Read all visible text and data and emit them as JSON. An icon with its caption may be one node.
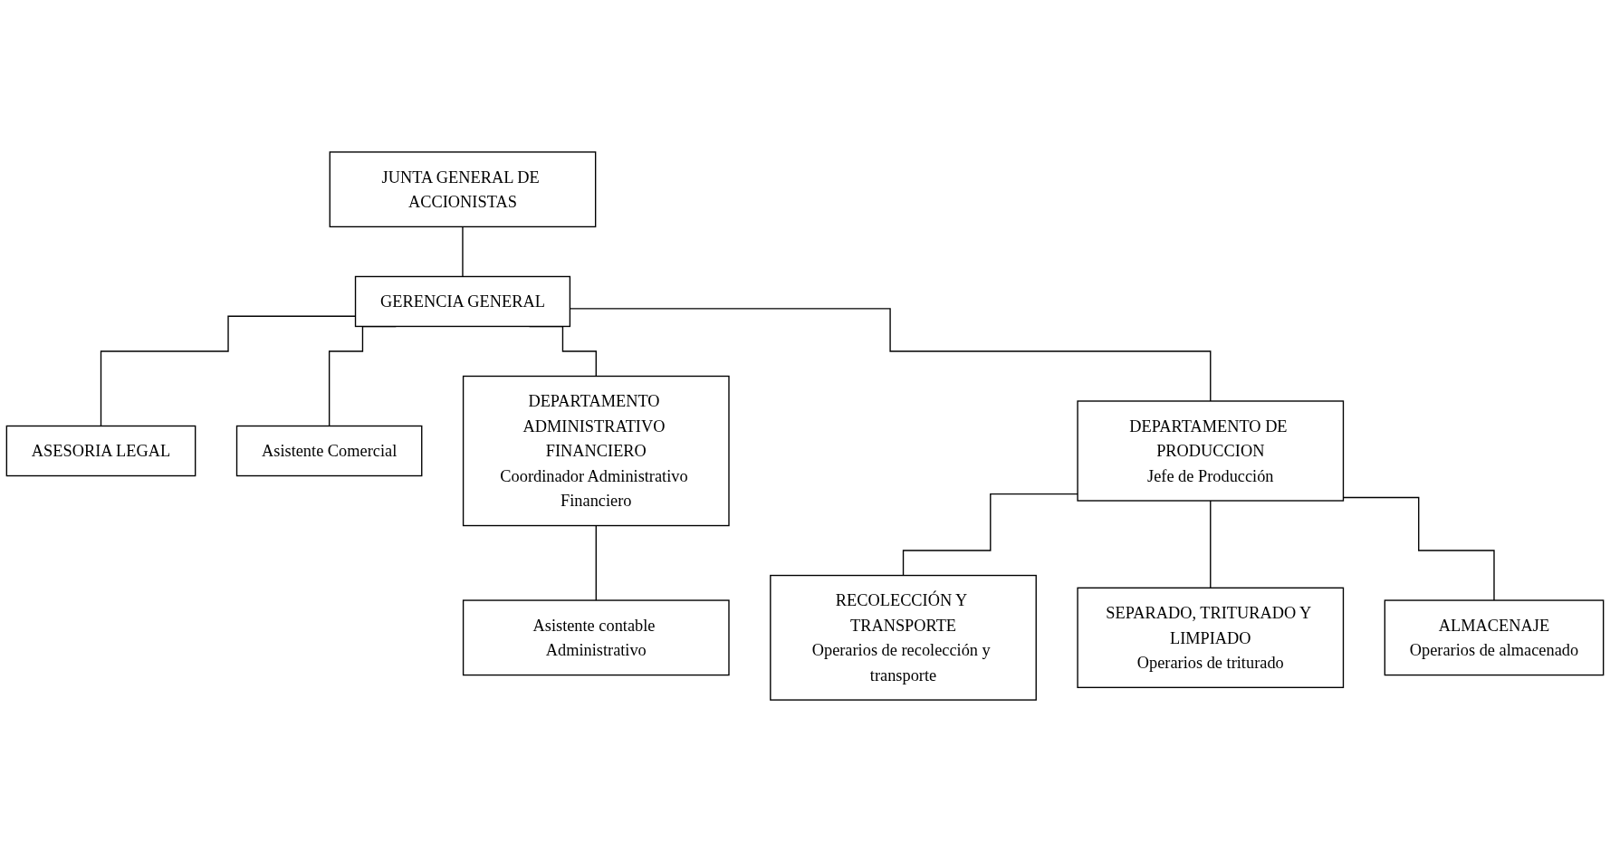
{
  "diagram": {
    "nodes": [
      {
        "text": [
          "JUNTA GENERAL DE ACCIONISTAS"
        ]
      },
      {
        "text": [
          "GERENCIA GENERAL"
        ]
      },
      {
        "text": [
          "ASESORIA LEGAL"
        ]
      },
      {
        "text": [
          "Asistente Comercial"
        ]
      },
      {
        "text": [
          "DEPARTAMENTO ADMINISTRATIVO FINANCIERO",
          "Coordinador Administrativo Financiero"
        ]
      },
      {
        "text": [
          "DEPARTAMENTO DE PRODUCCION",
          "Jefe de Producción"
        ]
      },
      {
        "text": [
          "Asistente contable Administrativo"
        ]
      },
      {
        "text": [
          "RECOLECCIÓN Y TRANSPORTE",
          "Operarios de recolección y transporte"
        ]
      },
      {
        "text": [
          "SEPARADO, TRITURADO Y LIMPIADO",
          "Operarios de triturado"
        ]
      },
      {
        "text": [
          "ALMACENAJE",
          "Operarios de almacenado"
        ]
      }
    ],
    "edges": [
      {
        "from": 0,
        "to": 1,
        "arrow": "none"
      },
      {
        "from": 1,
        "to": 2,
        "arrow": "none"
      },
      {
        "from": 1,
        "to": 3,
        "arrow": "none"
      },
      {
        "from": 1,
        "to": 4,
        "arrow": "none"
      },
      {
        "from": 1,
        "to": 5,
        "arrow": "none"
      },
      {
        "from": 4,
        "to": 6,
        "arrow": "none"
      },
      {
        "from": 5,
        "to": 7,
        "arrow": "none"
      },
      {
        "from": 5,
        "to": 8,
        "arrow": "none"
      },
      {
        "from": 5,
        "to": 9,
        "arrow": "none"
      }
    ]
  }
}
